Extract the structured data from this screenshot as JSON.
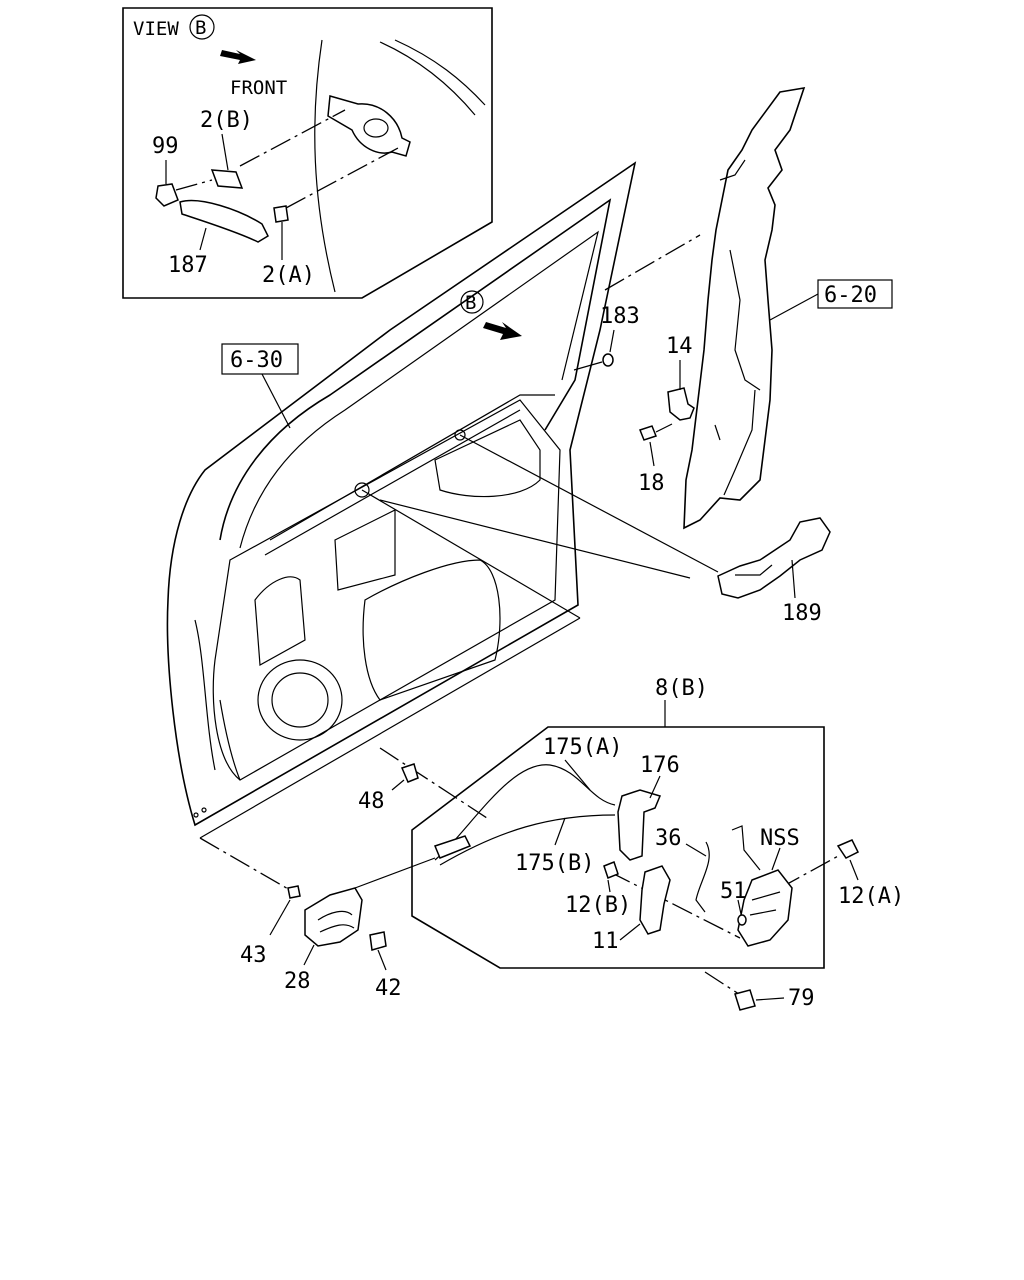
{
  "inset": {
    "view_prefix": "VIEW",
    "view_letter": "B",
    "front_label": "FRONT"
  },
  "main_view_marker": "B",
  "refs": {
    "ref_6_20": "6-20",
    "ref_6_30": "6-30"
  },
  "callouts": {
    "c99": "99",
    "c2b": "2(B)",
    "c187": "187",
    "c2a": "2(A)",
    "c183": "183",
    "c14": "14",
    "c18": "18",
    "c189": "189",
    "c8b": "8(B)",
    "c175a": "175(A)",
    "c176": "176",
    "c48": "48",
    "c36": "36",
    "cnss": "NSS",
    "c175b": "175(B)",
    "c12a": "12(A)",
    "c12b": "12(B)",
    "c51": "51",
    "c11": "11",
    "c43": "43",
    "c28": "28",
    "c42": "42",
    "c79": "79"
  }
}
